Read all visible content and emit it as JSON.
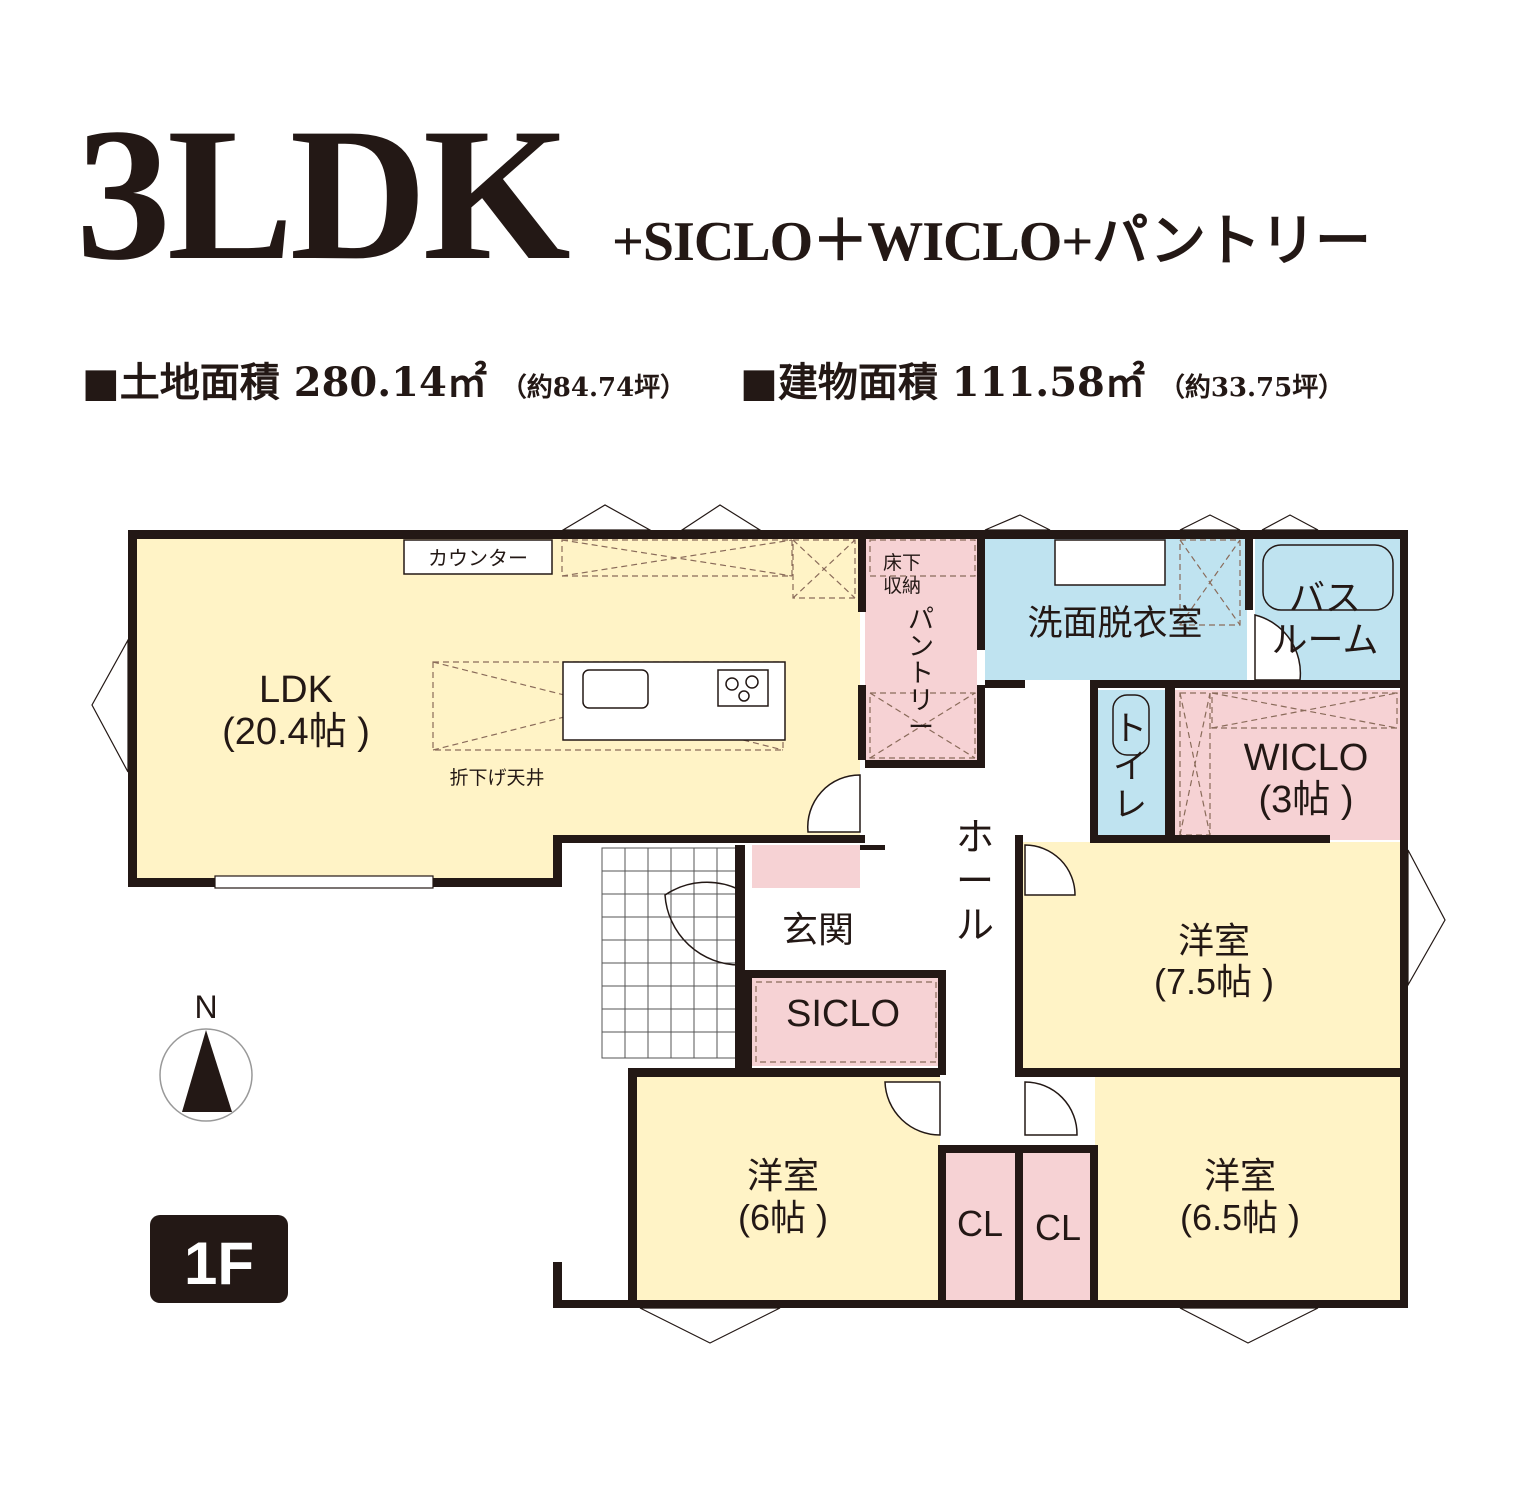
{
  "header": {
    "title": "3LDK",
    "subtitle": "+SICLO＋WICLO+パントリー"
  },
  "area": {
    "land_label": "■土地面積",
    "land_value": "280.14㎡",
    "land_tsubo": "（約84.74坪）",
    "building_label": "■建物面積",
    "building_value": "111.58㎡",
    "building_tsubo": "（約33.75坪）"
  },
  "floor_plan": {
    "colors": {
      "wall": "#231815",
      "living": "#fff3c6",
      "storage": "#f6d2d4",
      "wet": "#bfe3f0"
    },
    "rooms": {
      "ldk": "LDK",
      "ldk_size": "(20.4帖 )",
      "counter": "カウンター",
      "ceiling": "折下げ天井",
      "underfloor": "床下",
      "underfloor2": "収納",
      "pantry": "パントリー",
      "washroom": "洗面脱衣室",
      "bath1": "バス",
      "bath2": "ルーム",
      "toilet": "トイレ",
      "wiclo": "WICLO",
      "wiclo_size": "(3帖 )",
      "hall": "ホール",
      "room75": "洋室",
      "room75_size": "(7.5帖 )",
      "entrance": "玄関",
      "siclo": "SICLO",
      "room6": "洋室",
      "room6_size": "(6帖 )",
      "cl1": "CL",
      "cl2": "CL",
      "room65": "洋室",
      "room65_size": "(6.5帖 )"
    },
    "compass": "N",
    "floor_badge": "1F"
  }
}
